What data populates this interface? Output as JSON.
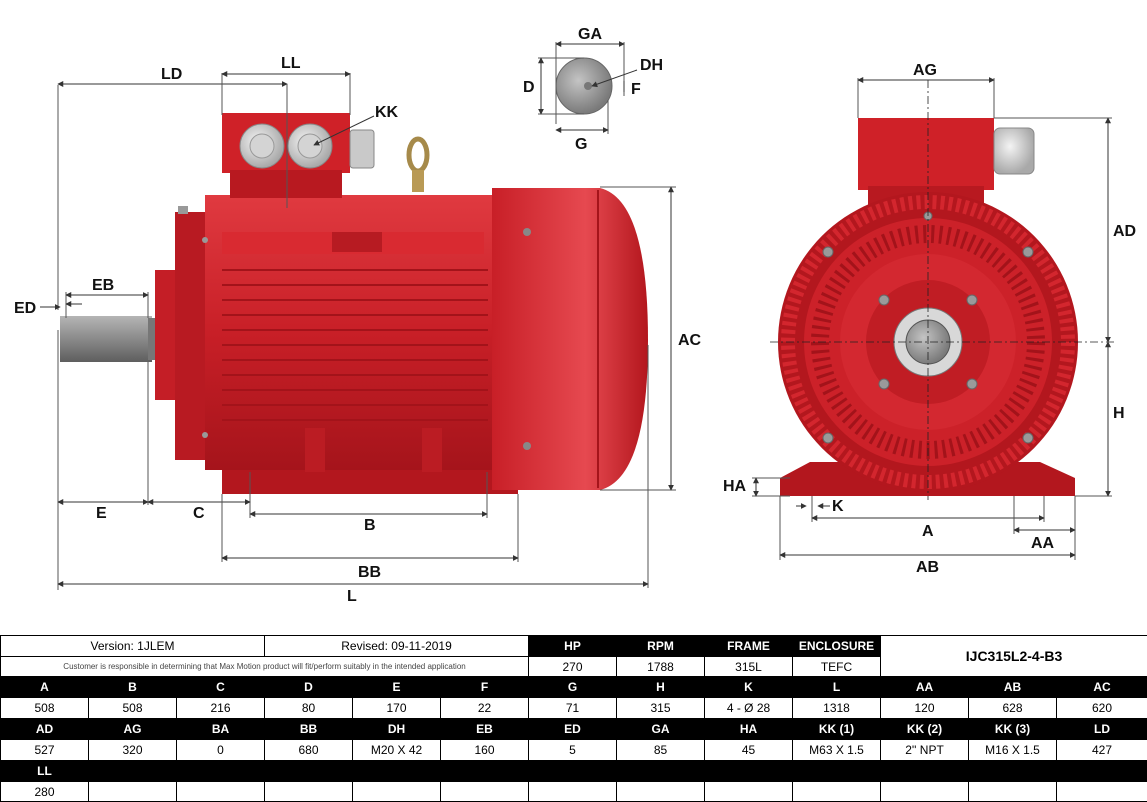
{
  "labels": {
    "LD": "LD",
    "LL": "LL",
    "KK": "KK",
    "ED": "ED",
    "EB": "EB",
    "AC": "AC",
    "E": "E",
    "C": "C",
    "B": "B",
    "BB": "BB",
    "L": "L",
    "GA": "GA",
    "DH": "DH",
    "D": "D",
    "F": "F",
    "G": "G",
    "AG": "AG",
    "AD": "AD",
    "H": "H",
    "HA": "HA",
    "K": "K",
    "A": "A",
    "AA": "AA",
    "AB": "AB"
  },
  "colors": {
    "motor_red": "#d1232b",
    "motor_dark": "#9c1016",
    "motor_light": "#e8454c",
    "shaft_gray": "#8f8f8f"
  },
  "table": {
    "version": "Version: 1JLEM",
    "revised": "Revised: 09-11-2019",
    "note": "Customer is responsible in determining that Max Motion product will fit/perform suitably in the intended application",
    "specs": {
      "headers": [
        "HP",
        "RPM",
        "FRAME",
        "ENCLOSURE"
      ],
      "values": [
        "270",
        "1788",
        "315L",
        "TEFC"
      ]
    },
    "model": "IJC315L2-4-B3",
    "row1": {
      "headers": [
        "A",
        "B",
        "C",
        "D",
        "E",
        "F",
        "G",
        "H",
        "K",
        "L",
        "AA",
        "AB",
        "AC"
      ],
      "values": [
        "508",
        "508",
        "216",
        "80",
        "170",
        "22",
        "71",
        "315",
        "4 - Ø 28",
        "1318",
        "120",
        "628",
        "620"
      ]
    },
    "row2": {
      "headers": [
        "AD",
        "AG",
        "BA",
        "BB",
        "DH",
        "EB",
        "ED",
        "GA",
        "HA",
        "KK (1)",
        "KK (2)",
        "KK (3)",
        "LD"
      ],
      "values": [
        "527",
        "320",
        "0",
        "680",
        "M20 X 42",
        "160",
        "5",
        "85",
        "45",
        "M63 X 1.5",
        "2'' NPT",
        "M16 X 1.5",
        "427"
      ]
    },
    "row3": {
      "headers": [
        "LL"
      ],
      "values": [
        "280"
      ]
    }
  }
}
